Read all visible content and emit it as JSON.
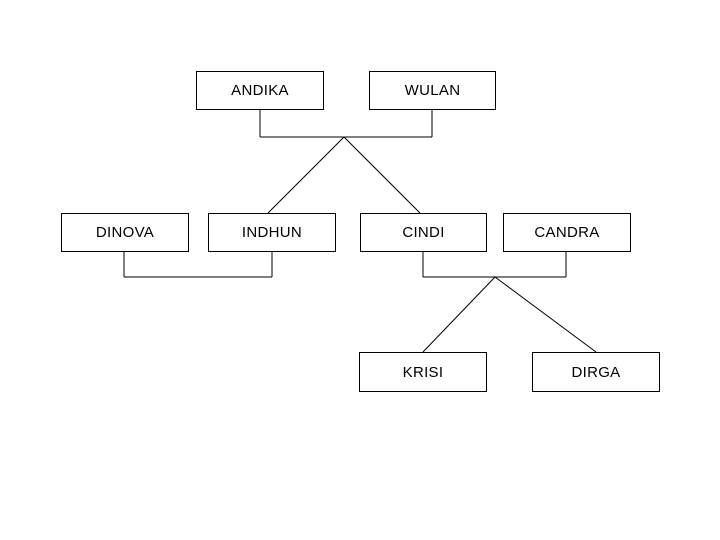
{
  "diagram": {
    "type": "family-tree",
    "nodes": {
      "andika": {
        "label": "ANDIKA"
      },
      "wulan": {
        "label": "WULAN"
      },
      "dinova": {
        "label": "DINOVA"
      },
      "indhun": {
        "label": "INDHUN"
      },
      "cindi": {
        "label": "CINDI"
      },
      "candra": {
        "label": "CANDRA"
      },
      "krisi": {
        "label": "KRISI"
      },
      "dirga": {
        "label": "DIRGA"
      }
    },
    "relationships": [
      {
        "couple": [
          "ANDIKA",
          "WULAN"
        ],
        "children": [
          "INDHUN",
          "CINDI"
        ]
      },
      {
        "couple": [
          "DINOVA",
          "INDHUN"
        ],
        "children": []
      },
      {
        "couple": [
          "CINDI",
          "CANDRA"
        ],
        "children": [
          "KRISI",
          "DIRGA"
        ]
      }
    ],
    "colors": {
      "background": "#ffffff",
      "box_fill": "#ffffff",
      "box_border": "#000000",
      "line": "#000000",
      "text": "#000000"
    }
  }
}
